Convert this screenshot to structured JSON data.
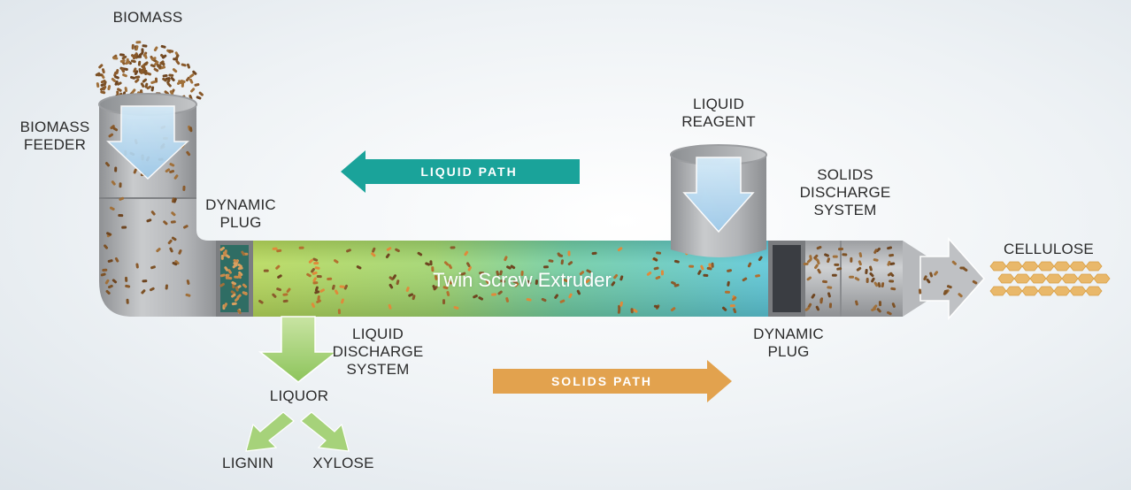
{
  "labels": {
    "biomass": "BIOMASS",
    "biomass_feeder": "BIOMASS\nFEEDER",
    "dynamic_plug_left": "DYNAMIC\nPLUG",
    "liquid_reagent": "LIQUID\nREAGENT",
    "solids_discharge": "SOLIDS\nDISCHARGE\nSYSTEM",
    "cellulose": "CELLULOSE",
    "extruder": "Twin Screw Extruder",
    "liquid_discharge": "LIQUID\nDISCHARGE\nSYSTEM",
    "liquor": "LIQUOR",
    "lignin": "LIGNIN",
    "xylose": "XYLOSE",
    "dynamic_plug_right": "DYNAMIC\nPLUG"
  },
  "banners": {
    "liquid_path": "LIQUID PATH",
    "solids_path": "SOLIDS PATH"
  },
  "colors": {
    "liquid_path": "#1aa39a",
    "solids_path": "#e2a24e",
    "pipe": "#a9abae",
    "particle": "#8a5a2b",
    "cellulose": "#e9b86a",
    "reagent_arrow": "#b9dcf3",
    "discharge_arrow": "#a6d27a"
  }
}
